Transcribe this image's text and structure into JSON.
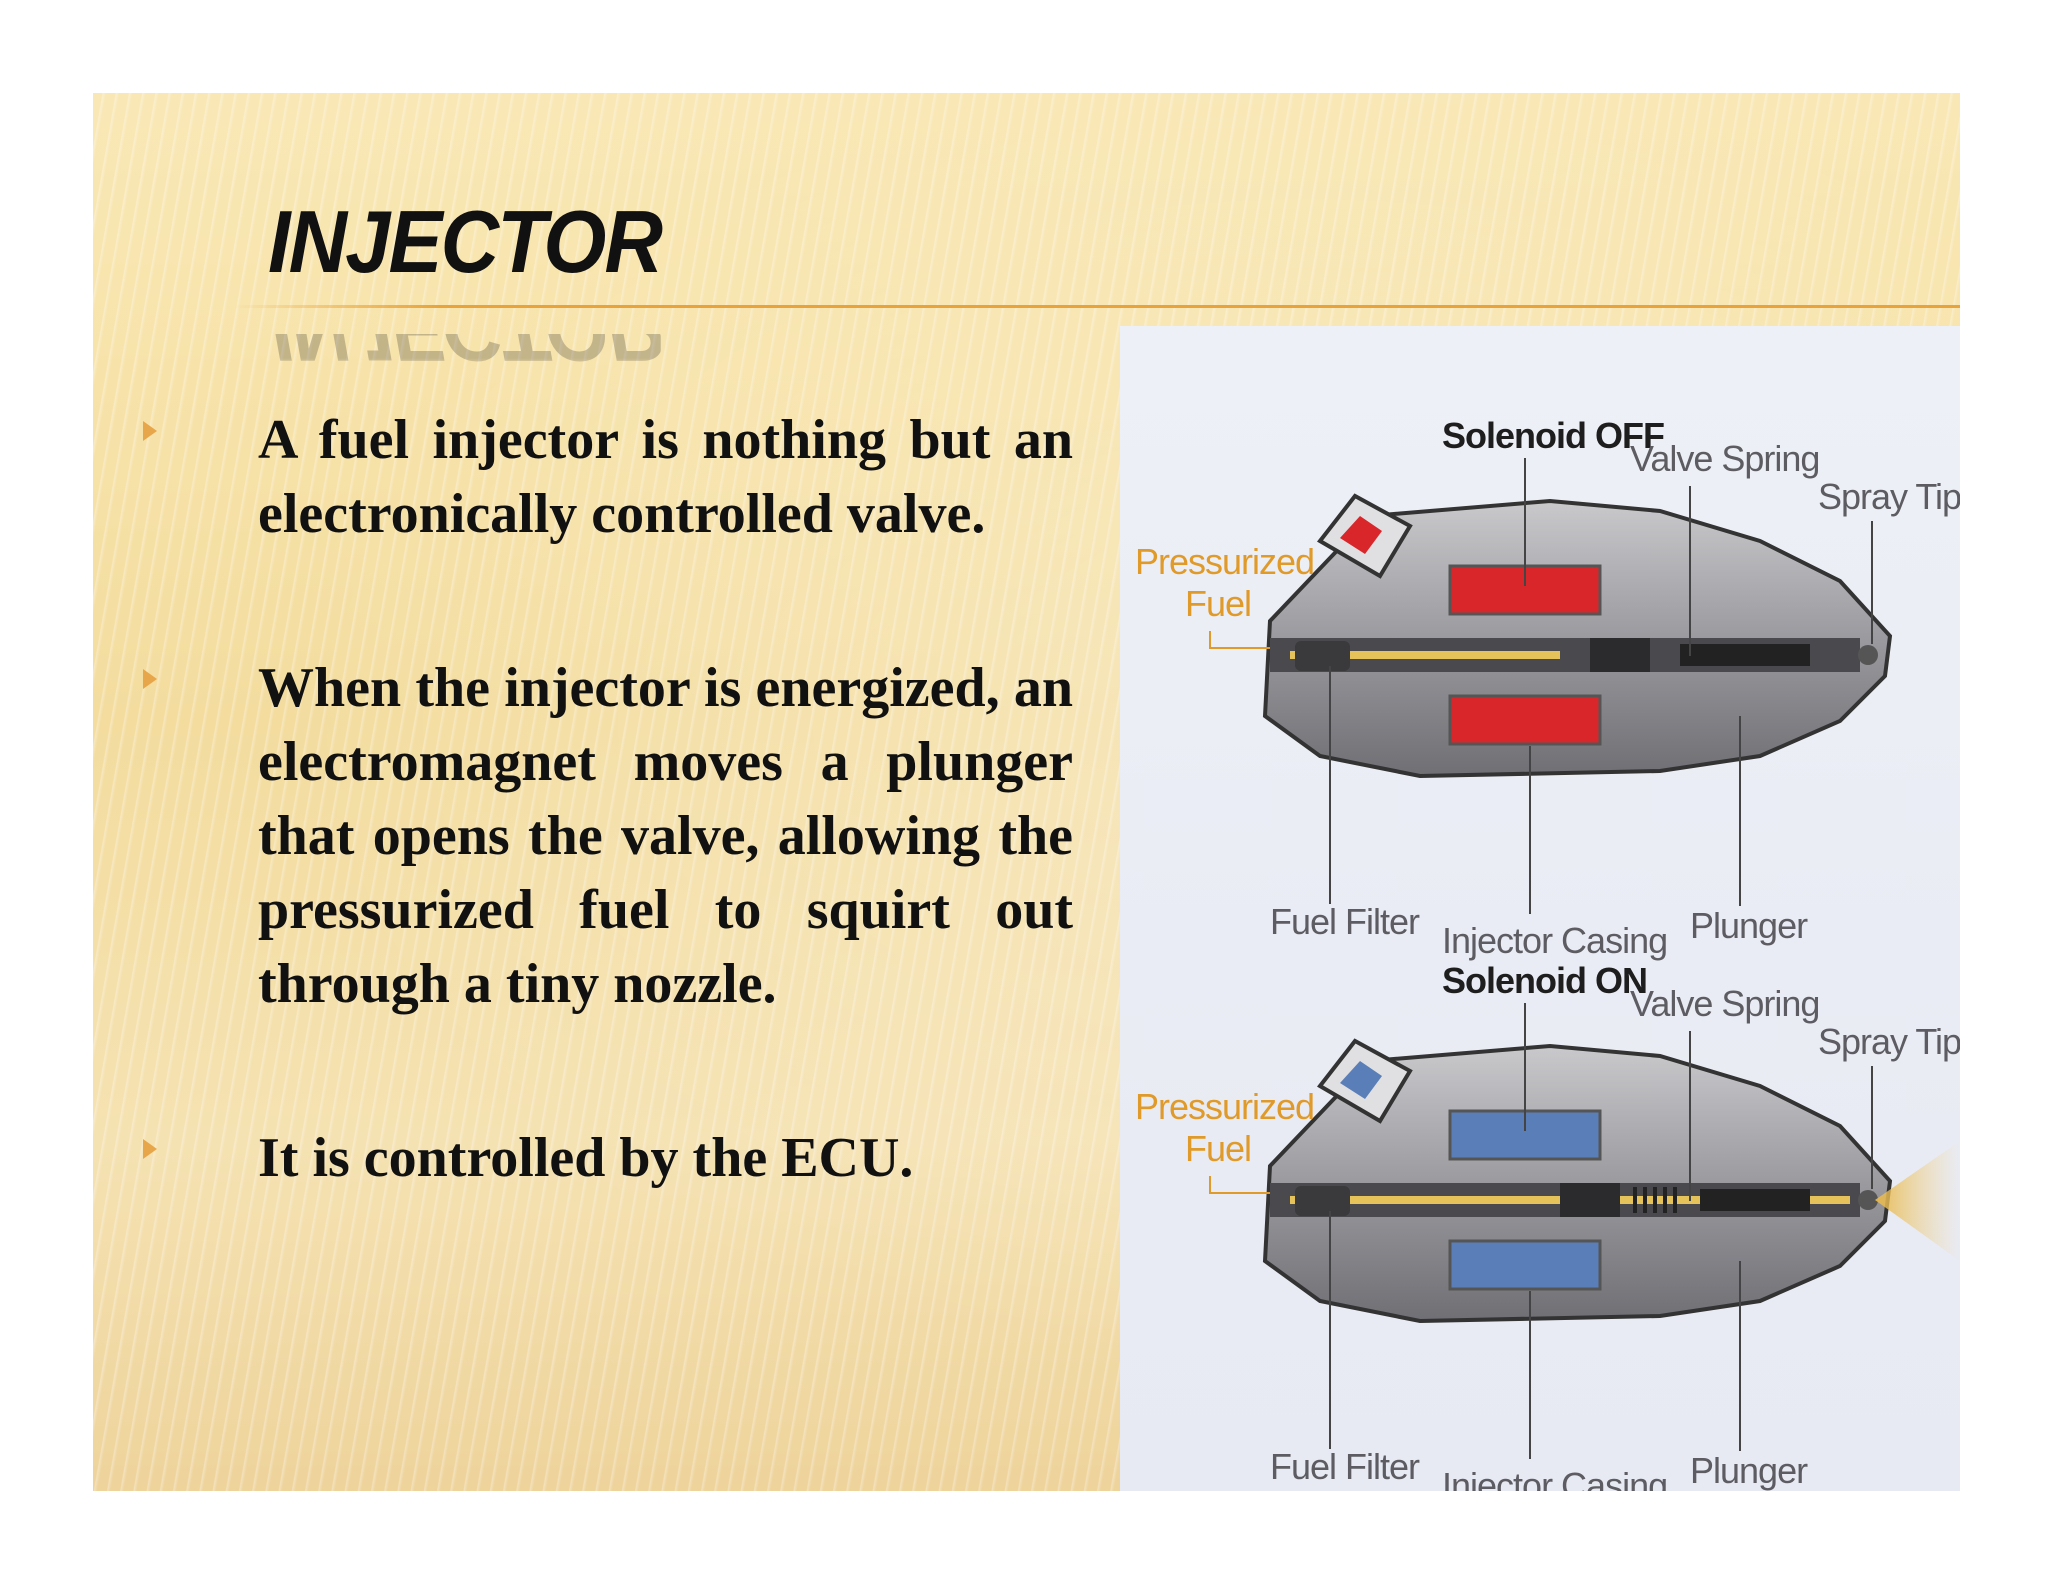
{
  "slide": {
    "title": "INJECTOR",
    "bullets": [
      "A fuel injector is nothing but an electronically controlled valve.",
      "When the injector is energized, an electromagnet moves a plunger that opens the valve, allowing the pressurized fuel to squirt out through a tiny nozzle.",
      "It is controlled by the ECU."
    ]
  },
  "diagram": {
    "off": {
      "state_label": "Solenoid OFF",
      "valve_spring": "Valve Spring",
      "spray_tip": "Spray Tip",
      "pressurized": "Pressurized",
      "fuel": "Fuel",
      "fuel_filter": "Fuel Filter",
      "injector_casing": "Injector Casing",
      "plunger": "Plunger",
      "coil_color": "#d8262b"
    },
    "on": {
      "state_label": "Solenoid ON",
      "valve_spring": "Valve Spring",
      "spray_tip": "Spray Tip",
      "pressurized": "Pressurized",
      "fuel": "Fuel",
      "fuel_filter": "Fuel Filter",
      "injector_casing": "Injector Casing",
      "plunger": "Plunger",
      "coil_color": "#5a7fb8"
    }
  },
  "colors": {
    "bullet_marker": "#e8a64a",
    "title_rule": "#e9a33a",
    "label_orange": "#e09a2a"
  }
}
